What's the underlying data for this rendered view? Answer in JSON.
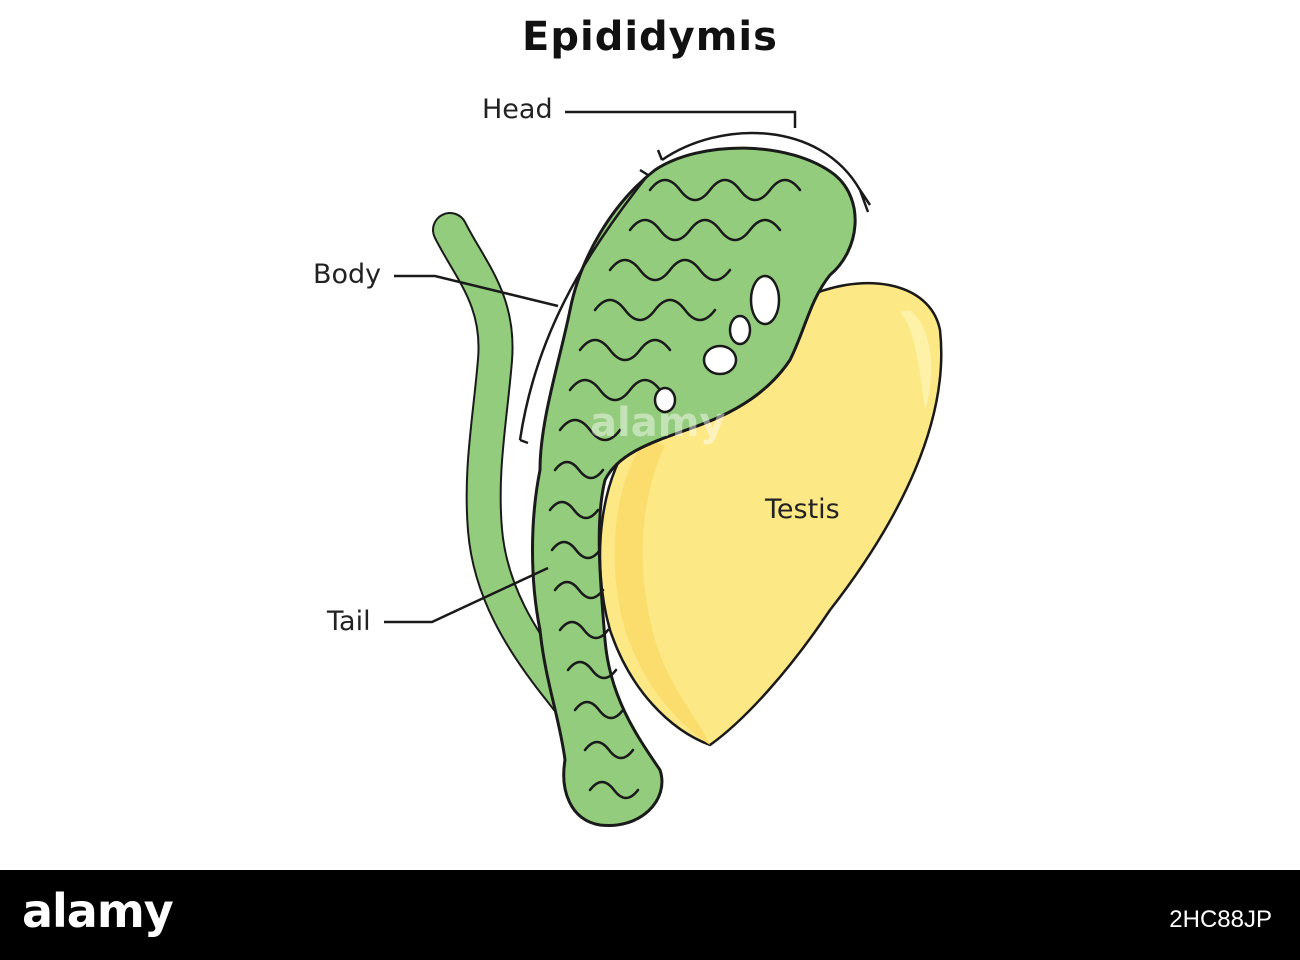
{
  "title": "Epididymis",
  "labels": {
    "head": "Head",
    "body": "Body",
    "tail": "Tail",
    "testis": "Testis"
  },
  "colors": {
    "epididymis_fill": "#93cc7c",
    "epididymis_stroke": "#1a1a1a",
    "testis_fill": "#fde886",
    "testis_shade": "#fbdd6e",
    "testis_highlight": "#fef1a8"
  },
  "watermark": "alamy",
  "footer": {
    "brand": "alamy",
    "image_code": "2HC88JP"
  }
}
